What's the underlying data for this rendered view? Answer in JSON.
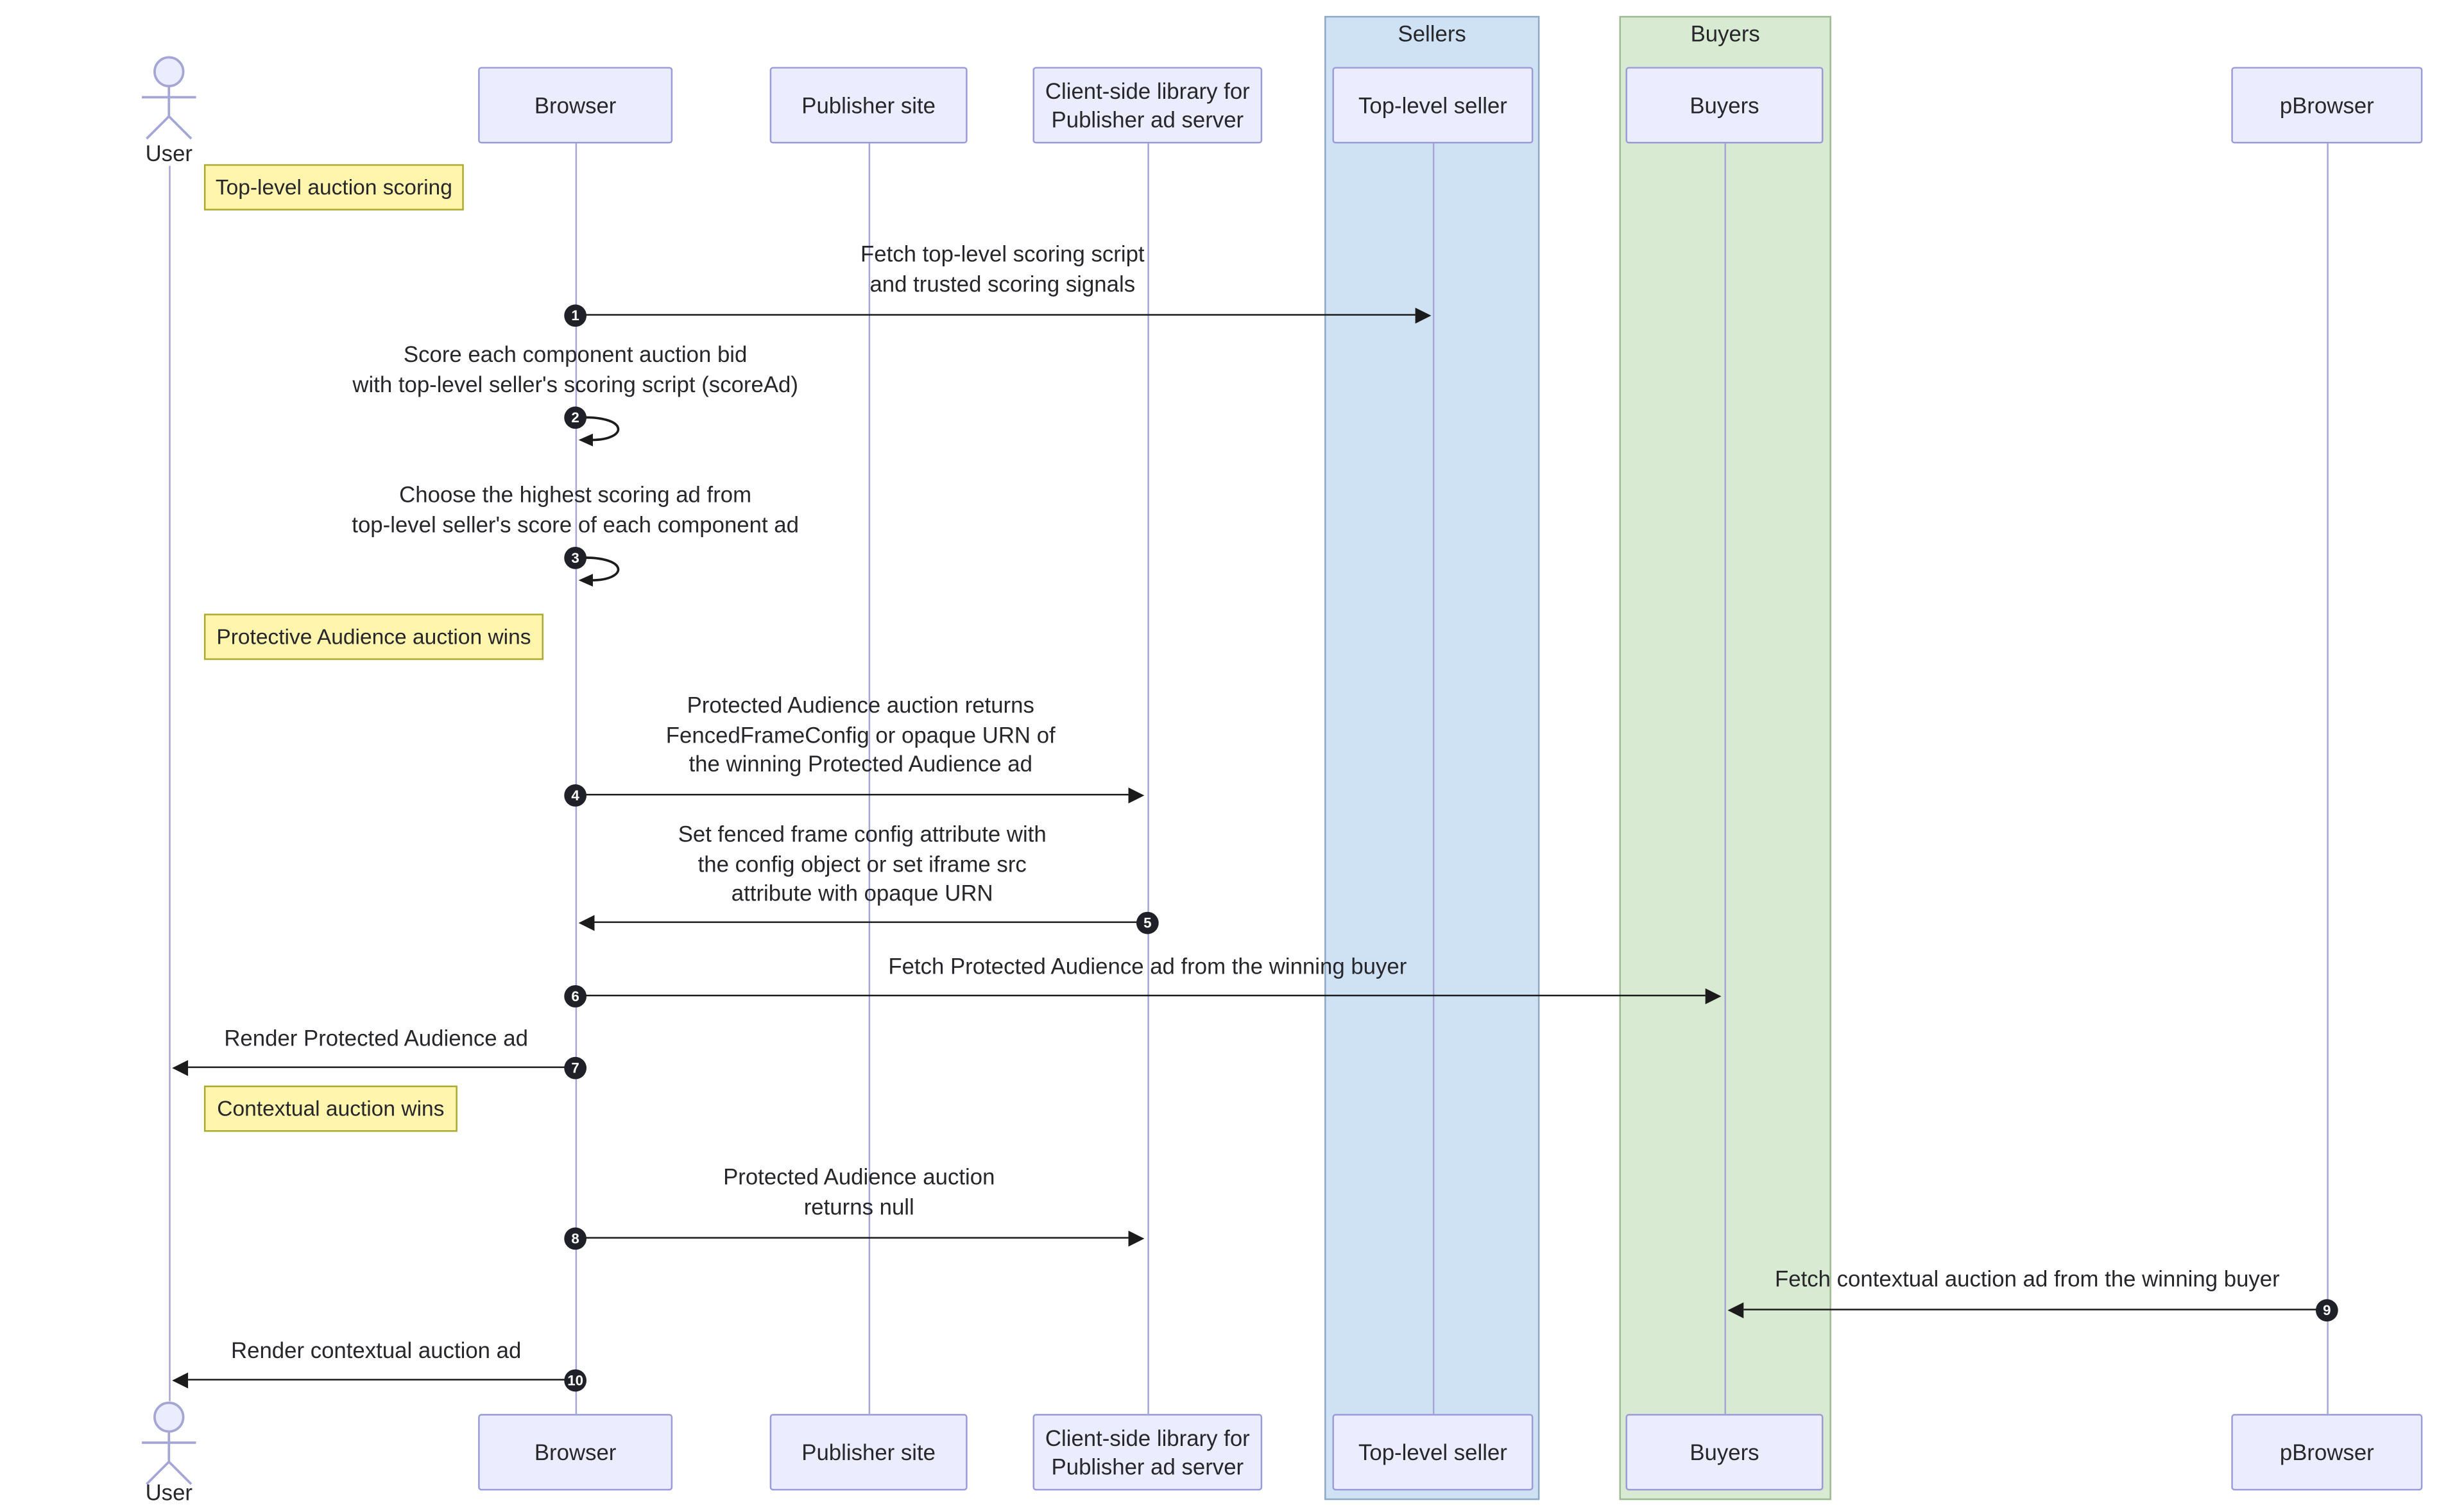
{
  "diagram": {
    "groups": [
      {
        "label": "Sellers"
      },
      {
        "label": "Buyers"
      }
    ],
    "actor": {
      "label": "User"
    },
    "participants": [
      {
        "label": "Browser"
      },
      {
        "label": "Publisher site"
      },
      {
        "label": "Client-side library for\nPublisher ad server"
      },
      {
        "label": "Top-level seller"
      },
      {
        "label": "Buyers"
      },
      {
        "label": "pBrowser"
      }
    ],
    "notes": [
      {
        "text": "Top-level auction scoring"
      },
      {
        "text": "Protective Audience auction wins"
      },
      {
        "text": "Contextual auction wins"
      }
    ],
    "messages": [
      {
        "num": "1",
        "text": "Fetch top-level scoring script\nand trusted scoring signals"
      },
      {
        "num": "2",
        "text": "Score each component auction bid\nwith top-level seller's scoring script (scoreAd)"
      },
      {
        "num": "3",
        "text": "Choose the highest scoring ad from\ntop-level seller's score of each component ad"
      },
      {
        "num": "4",
        "text": "Protected Audience auction returns\nFencedFrameConfig or opaque URN of\nthe winning Protected Audience ad"
      },
      {
        "num": "5",
        "text": "Set fenced frame config attribute with\nthe config object or set iframe src\nattribute with opaque URN"
      },
      {
        "num": "6",
        "text": "Fetch Protected Audience ad from the winning buyer"
      },
      {
        "num": "7",
        "text": "Render Protected Audience ad"
      },
      {
        "num": "8",
        "text": "Protected Audience auction\nreturns null"
      },
      {
        "num": "9",
        "text": "Fetch contextual auction ad from the winning buyer"
      },
      {
        "num": "10",
        "text": "Render contextual auction ad"
      }
    ]
  },
  "colors": {
    "participant_fill": "#ECECFF",
    "participant_border": "#9b9bd9",
    "lifeline": "#a5a5d6",
    "note_fill": "#fff5ad",
    "note_border": "#aaaa33",
    "sellers_fill": "#cfe2f3",
    "sellers_border": "#8fa9c2",
    "buyers_fill": "#d9ead3",
    "buyers_border": "#9cbb90",
    "arrow": "#1b1b1b",
    "badge": "#202028"
  }
}
